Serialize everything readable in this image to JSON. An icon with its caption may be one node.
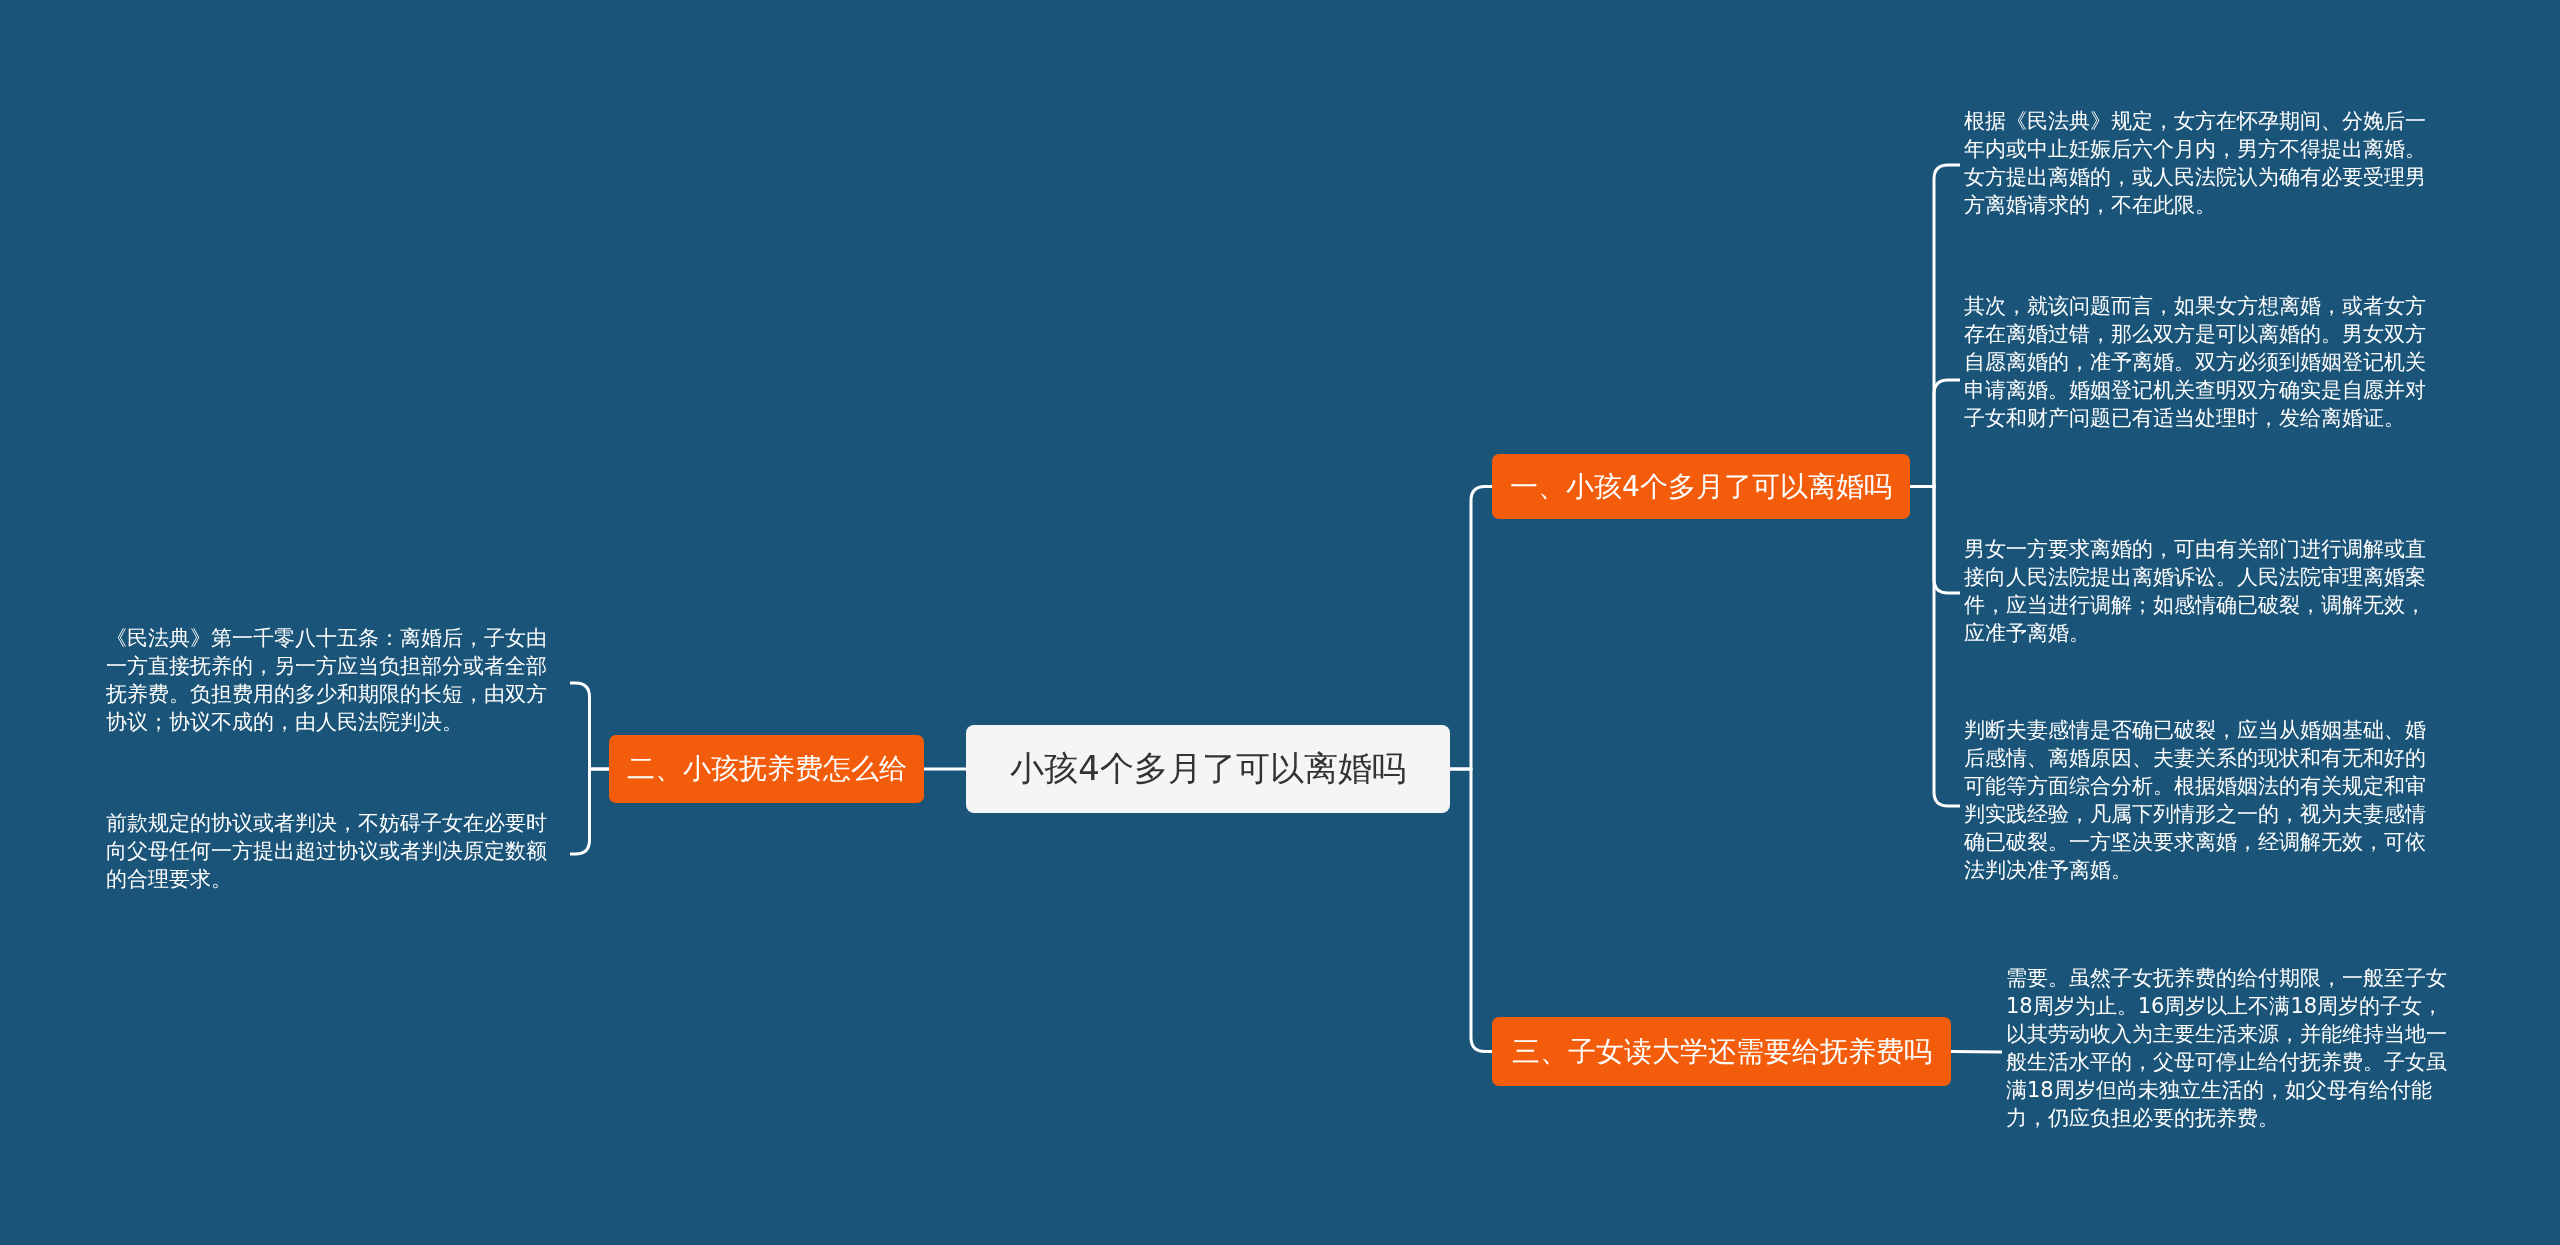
{
  "diagram": {
    "nodes": [
      {
        "text": [
          "小孩4个多月了可以离婚吗"
        ]
      },
      {
        "text": [
          "一、小孩4个多月了可以离婚吗"
        ]
      },
      {
        "text": [
          "根据《民法典》规定，女方在怀孕期间、分娩后一年内或中止妊娠后六个月内，男方不得提出离婚。女方提出离婚的，或人民法院认为确有必要受理男方离婚请求的，不在此限。"
        ]
      },
      {
        "text": [
          "其次，就该问题而言，如果女方想离婚，或者女方存在离婚过错，那么双方是可以离婚的。男女双方自愿离婚的，准予离婚。双方必须到婚姻登记机关申请离婚。婚姻登记机关查明双方确实是自愿并对子女和财产问题已有适当处理时，发给离婚证。"
        ]
      },
      {
        "text": [
          "男女一方要求离婚的，可由有关部门进行调解或直接向人民法院提出离婚诉讼。人民法院审理离婚案件，应当进行调解；如感情确已破裂，调解无效，应准予离婚。"
        ]
      },
      {
        "text": [
          "判断夫妻感情是否确已破裂，应当从婚姻基础、婚后感情、离婚原因、夫妻关系的现状和有无和好的可能等方面综合分析。根据婚姻法的有关规定和审判实践经验，凡属下列情形之一的，视为夫妻感情确已破裂。一方坚决要求离婚，经调解无效，可依法判决准予离婚。"
        ]
      },
      {
        "text": [
          "二、小孩抚养费怎么给"
        ]
      },
      {
        "text": [
          "《民法典》第一千零八十五条：离婚后，子女由一方直接抚养的，另一方应当负担部分或者全部抚养费。负担费用的多少和期限的长短，由双方协议；协议不成的，由人民法院判决。"
        ]
      },
      {
        "text": [
          "前款规定的协议或者判决，不妨碍子女在必要时向父母任何一方提出超过协议或者判决原定数额的合理要求。"
        ]
      },
      {
        "text": [
          "三、子女读大学还需要给抚养费吗"
        ]
      },
      {
        "text": [
          "需要。虽然子女抚养费的给付期限，一般至子女18周岁为止。16周岁以上不满18周岁的子女，以其劳动收入为主要生活来源，并能维持当地一般生活水平的，父母可停止给付抚养费。子女虽满18周岁但尚未独立生活的，如父母有给付能力，仍应负担必要的抚养费。"
        ]
      }
    ],
    "edges": [
      {
        "from": 0,
        "to": 1,
        "arrow": "none"
      },
      {
        "from": 1,
        "to": 2,
        "arrow": "none"
      },
      {
        "from": 1,
        "to": 3,
        "arrow": "none"
      },
      {
        "from": 1,
        "to": 4,
        "arrow": "none"
      },
      {
        "from": 1,
        "to": 5,
        "arrow": "none"
      },
      {
        "from": 0,
        "to": 6,
        "arrow": "none"
      },
      {
        "from": 6,
        "to": 7,
        "arrow": "none"
      },
      {
        "from": 6,
        "to": 8,
        "arrow": "none"
      },
      {
        "from": 0,
        "to": 9,
        "arrow": "none"
      },
      {
        "from": 9,
        "to": 10,
        "arrow": "none"
      }
    ]
  }
}
